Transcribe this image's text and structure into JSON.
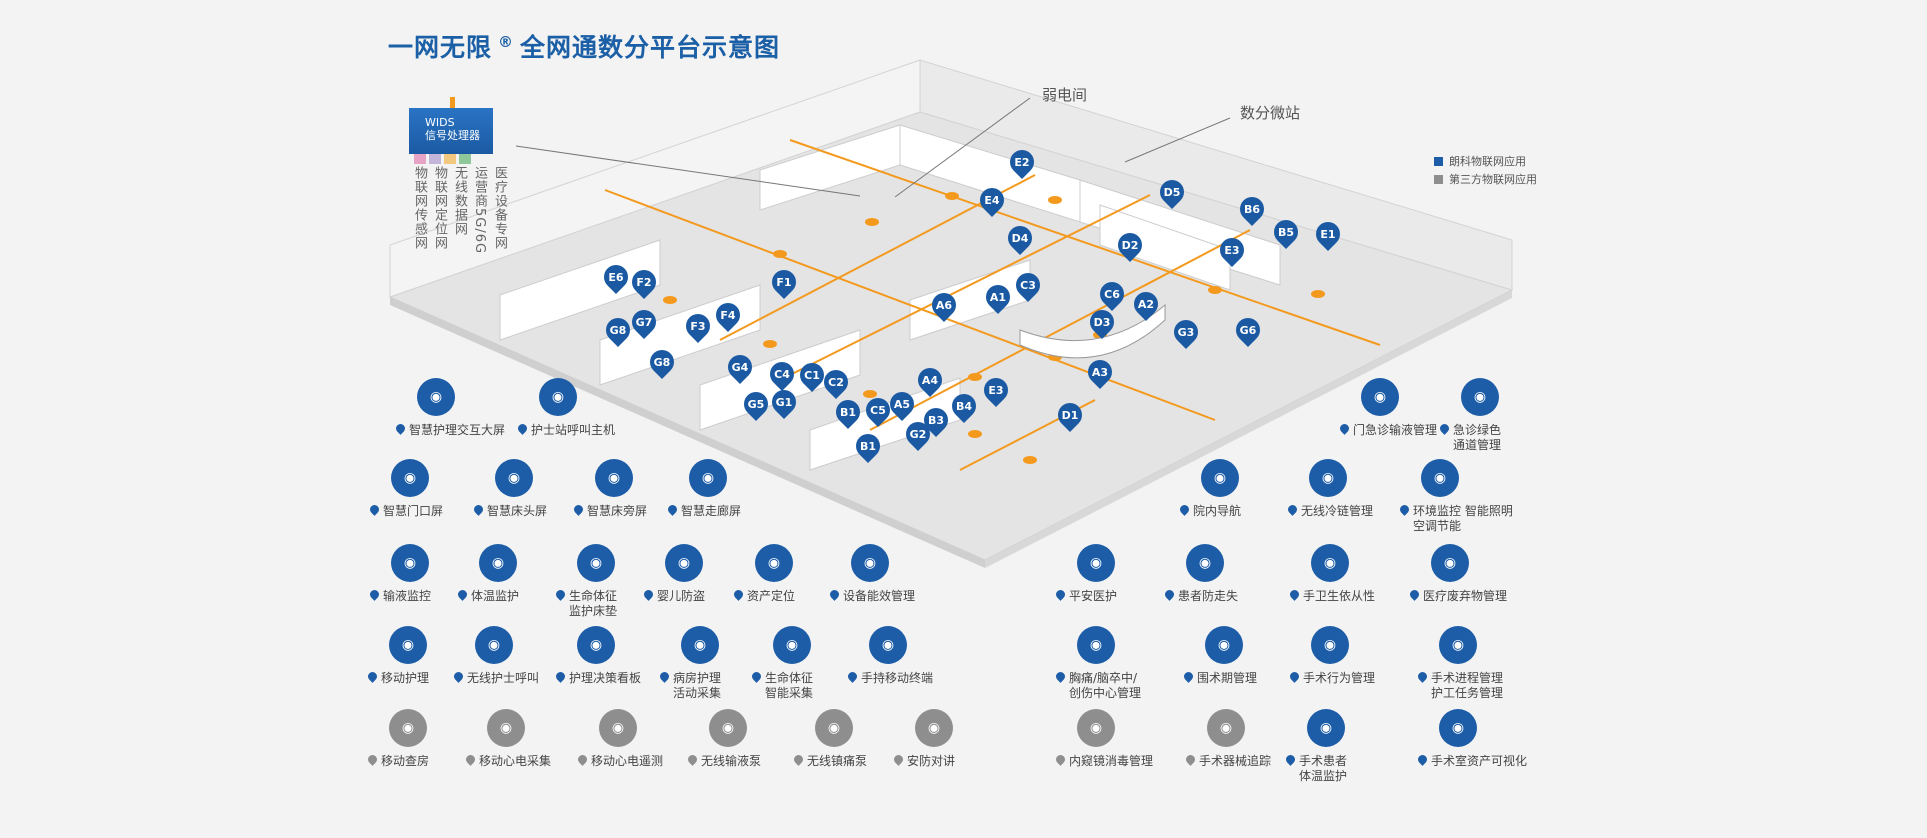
{
  "title": {
    "brand": "一网无限",
    "reg": "®",
    "main": "全网通数分平台示意图"
  },
  "callouts": {
    "weak_room": "弱电间",
    "micro_station": "数分微站"
  },
  "legend": [
    {
      "label": "朗科物联网应用",
      "color": "#1d5da8"
    },
    {
      "label": "第三方物联网应用",
      "color": "#8e8e8e"
    }
  ],
  "wids": {
    "line1": "WIDS",
    "line2": "信号处理器",
    "bar_colors": [
      "#e7a3c5",
      "#c3b4d9",
      "#f2c77e",
      "#8ec89a"
    ]
  },
  "networks": [
    "医疗设备专网",
    "运营商5G/6G",
    "无线数据网",
    "物联网定位网",
    "物联网传感网"
  ],
  "left_items": [
    {
      "label": "智慧护理交互大屏",
      "color": "blue"
    },
    {
      "label": "护士站呼叫主机",
      "color": "blue"
    },
    {
      "label": "智慧门口屏",
      "color": "blue"
    },
    {
      "label": "智慧床头屏",
      "color": "blue"
    },
    {
      "label": "智慧床旁屏",
      "color": "blue"
    },
    {
      "label": "智慧走廊屏",
      "color": "blue"
    },
    {
      "label": "输液监控",
      "color": "blue"
    },
    {
      "label": "体温监护",
      "color": "blue"
    },
    {
      "label": "生命体征\n监护床垫",
      "color": "blue"
    },
    {
      "label": "婴儿防盗",
      "color": "blue"
    },
    {
      "label": "资产定位",
      "color": "blue"
    },
    {
      "label": "设备能效管理",
      "color": "blue"
    },
    {
      "label": "移动护理",
      "color": "blue"
    },
    {
      "label": "无线护士呼叫",
      "color": "blue"
    },
    {
      "label": "护理决策看板",
      "color": "blue"
    },
    {
      "label": "病房护理\n活动采集",
      "color": "blue"
    },
    {
      "label": "生命体征\n智能采集",
      "color": "blue"
    },
    {
      "label": "手持移动终端",
      "color": "blue"
    },
    {
      "label": "移动查房",
      "color": "gray"
    },
    {
      "label": "移动心电采集",
      "color": "gray"
    },
    {
      "label": "移动心电遥测",
      "color": "gray"
    },
    {
      "label": "无线输液泵",
      "color": "gray"
    },
    {
      "label": "无线镇痛泵",
      "color": "gray"
    },
    {
      "label": "安防对讲",
      "color": "gray"
    }
  ],
  "right_items": [
    {
      "label": "门急诊输液管理",
      "color": "blue"
    },
    {
      "label": "急诊绿色\n通道管理",
      "color": "blue"
    },
    {
      "label": "院内导航",
      "color": "blue"
    },
    {
      "label": "无线冷链管理",
      "color": "blue"
    },
    {
      "label": "环境监控 智能照明\n空调节能",
      "color": "blue"
    },
    {
      "label": "平安医护",
      "color": "blue"
    },
    {
      "label": "患者防走失",
      "color": "blue"
    },
    {
      "label": "手卫生依从性",
      "color": "blue"
    },
    {
      "label": "医疗废弃物管理",
      "color": "blue"
    },
    {
      "label": "胸痛/脑卒中/\n创伤中心管理",
      "color": "blue"
    },
    {
      "label": "围术期管理",
      "color": "blue"
    },
    {
      "label": "手术行为管理",
      "color": "blue"
    },
    {
      "label": "手术进程管理\n护工任务管理",
      "color": "blue"
    },
    {
      "label": "内窥镜消毒管理",
      "color": "gray"
    },
    {
      "label": "手术器械追踪",
      "color": "gray"
    },
    {
      "label": "手术患者\n体温监护",
      "color": "blue"
    },
    {
      "label": "手术室资产可视化",
      "color": "blue"
    }
  ],
  "markers": [
    "E2",
    "E4",
    "D5",
    "D4",
    "B6",
    "B5",
    "E1",
    "D2",
    "E3",
    "E6",
    "F2",
    "F1",
    "C3",
    "A1",
    "C6",
    "A2",
    "A6",
    "F4",
    "G7",
    "G6",
    "F3",
    "D3",
    "G3",
    "G8",
    "G8",
    "G4",
    "C4",
    "C1",
    "C2",
    "A4",
    "A3",
    "E3",
    "G5",
    "G1",
    "B1",
    "A5",
    "C5",
    "B4",
    "D1",
    "G2",
    "B3",
    "B1"
  ]
}
